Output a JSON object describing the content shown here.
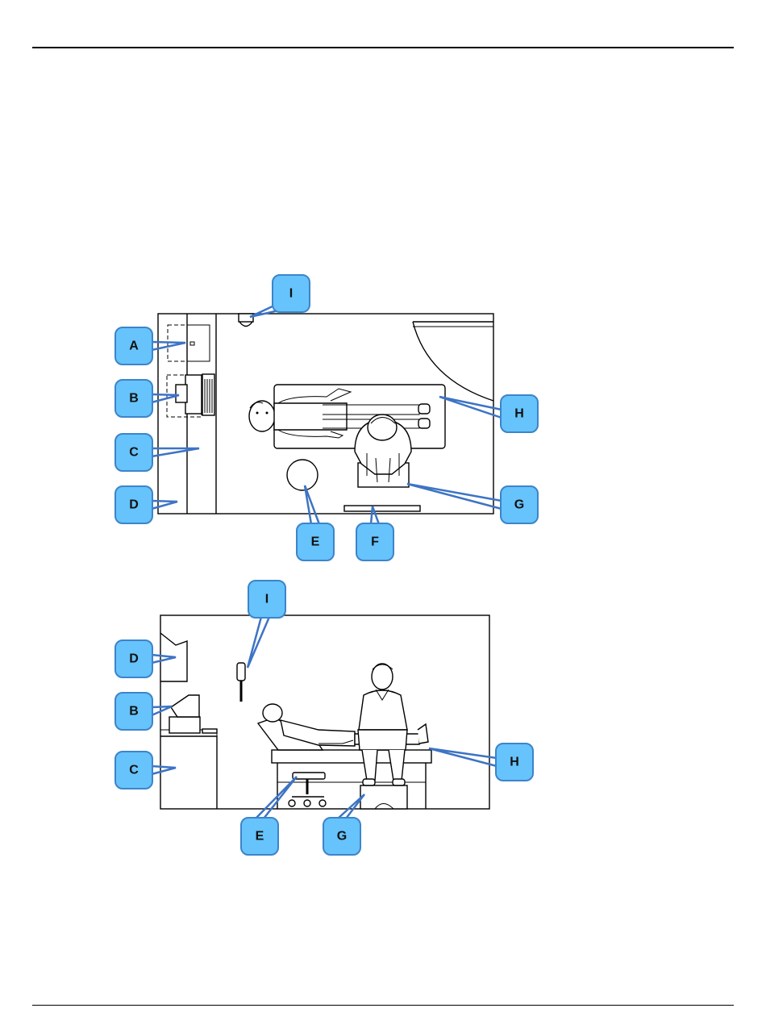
{
  "colors": {
    "callout_fill": "#66c3fb",
    "callout_stroke": "#3d84c9",
    "leader": "#3d74c4",
    "rule": "#000000"
  },
  "top_view": {
    "labels": [
      "A",
      "B",
      "C",
      "D",
      "E",
      "F",
      "G",
      "H",
      "I"
    ]
  },
  "side_view": {
    "labels": [
      "I",
      "D",
      "B",
      "C",
      "E",
      "G",
      "H"
    ]
  }
}
